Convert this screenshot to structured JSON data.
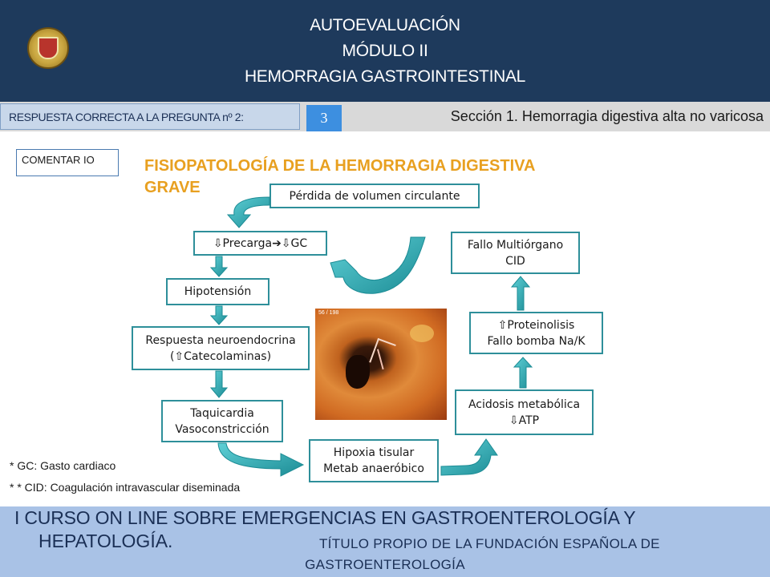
{
  "header": {
    "title_line1": "AUTOEVALUACIÓN",
    "title_line2": "MÓDULO II",
    "title_line3": "HEMORRAGIA GASTROINTESTINAL"
  },
  "question_bar": {
    "label": "RESPUESTA CORRECTA A LA PREGUNTA nº 2:",
    "answer": "3",
    "section": "Sección 1. Hemorragia digestiva alta no varicosa"
  },
  "comment_label": "COMENTAR IO",
  "diagram": {
    "title": "FISIOPATOLOGÍA DE LA HEMORRAGIA DIGESTIVA GRAVE",
    "boxes": {
      "volumen": "Pérdida de volumen circulante",
      "precarga": "⇩Precarga➔⇩GC",
      "hipotension": "Hipotensión",
      "neuro_1": "Respuesta neuroendocrina",
      "neuro_2": "(⇧Catecolaminas)",
      "taqui_1": "Taquicardia",
      "taqui_2": "Vasoconstricción",
      "hipoxia_1": "Hipoxia tisular",
      "hipoxia_2": "Metab anaeróbico",
      "acidosis_1": "Acidosis metabólica",
      "acidosis_2": "⇩ATP",
      "proteo_1": "⇧Proteinolisis",
      "proteo_2": "Fallo bomba Na/K",
      "fallo_1": "Fallo Multiórgano",
      "fallo_2": "CID"
    },
    "photo_caption": "56 / 198"
  },
  "notes": {
    "gc": "* GC: Gasto cardiaco",
    "cid": "* * CID: Coagulación intravascular diseminada"
  },
  "footer": {
    "line1": "I CURSO ON LINE SOBRE EMERGENCIAS EN GASTROENTEROLOGÍA Y",
    "line2a": "HEPATOLOGÍA.",
    "line2b": "TÍTULO PROPIO DE LA FUNDACIÓN ESPAÑOLA DE",
    "line3": "GASTROENTEROLOGÍA"
  },
  "colors": {
    "header_bg": "#1e3a5c",
    "title_orange": "#e8a020",
    "box_border": "#2e8f9a",
    "arrow_fill": "#2aa8b0",
    "answer_bg": "#3d8fe0",
    "footer_bg": "#a9c2e6"
  }
}
